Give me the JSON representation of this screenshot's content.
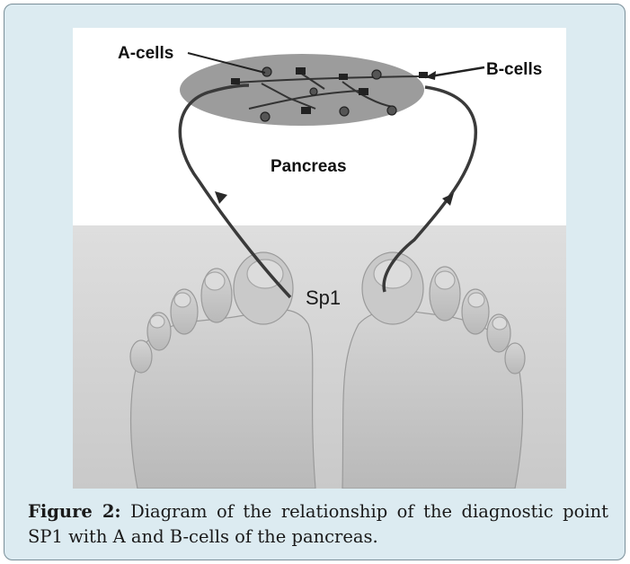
{
  "figure": {
    "labels": {
      "a_cells": "A-cells",
      "b_cells": "B-cells",
      "pancreas": "Pancreas",
      "point": "Sp1"
    }
  },
  "caption": {
    "label": "Figure 2:",
    "text": "Diagram of the relationship of the diagnostic point SP1 with A and B-cells of the pancreas."
  }
}
